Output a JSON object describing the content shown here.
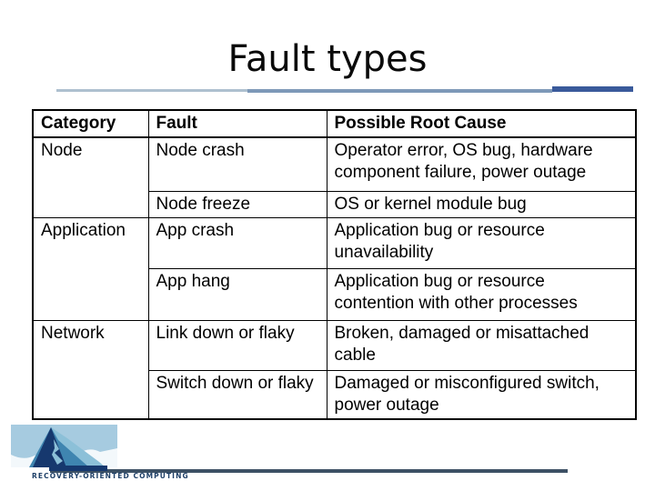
{
  "title": "Fault types",
  "table": {
    "headers": [
      "Category",
      "Fault",
      "Possible Root Cause"
    ],
    "groups": [
      {
        "category": "Node",
        "items": [
          {
            "fault": "Node crash",
            "cause": "Operator error, OS bug, hardware\ncomponent failure, power outage"
          },
          {
            "fault": "Node freeze",
            "cause": "OS or kernel module bug"
          }
        ]
      },
      {
        "category": "Application",
        "items": [
          {
            "fault": "App crash",
            "cause": "Application bug or resource\nunavailability"
          },
          {
            "fault": "App hang",
            "cause": "Application bug or resource\ncontention with other processes"
          }
        ]
      },
      {
        "category": "Network",
        "items": [
          {
            "fault": "Link down or flaky",
            "cause": "Broken, damaged or misattached\ncable"
          },
          {
            "fault": "Switch down or flaky",
            "cause": "Damaged or misconfigured switch,\npower outage"
          }
        ]
      }
    ]
  },
  "footer": {
    "logo_text": "RECOVERY-ORIENTED COMPUTING"
  },
  "colors": {
    "underline_light": "#aec0cf",
    "underline_mid": "#7e99b8",
    "underline_dark": "#3a5a9b",
    "footer_line": "#3d5165",
    "logo_navy": "#16386e",
    "logo_blue": "#3f85b0",
    "logo_light_blue": "#8cc0d8",
    "logo_sky": "#a6cbe0"
  }
}
